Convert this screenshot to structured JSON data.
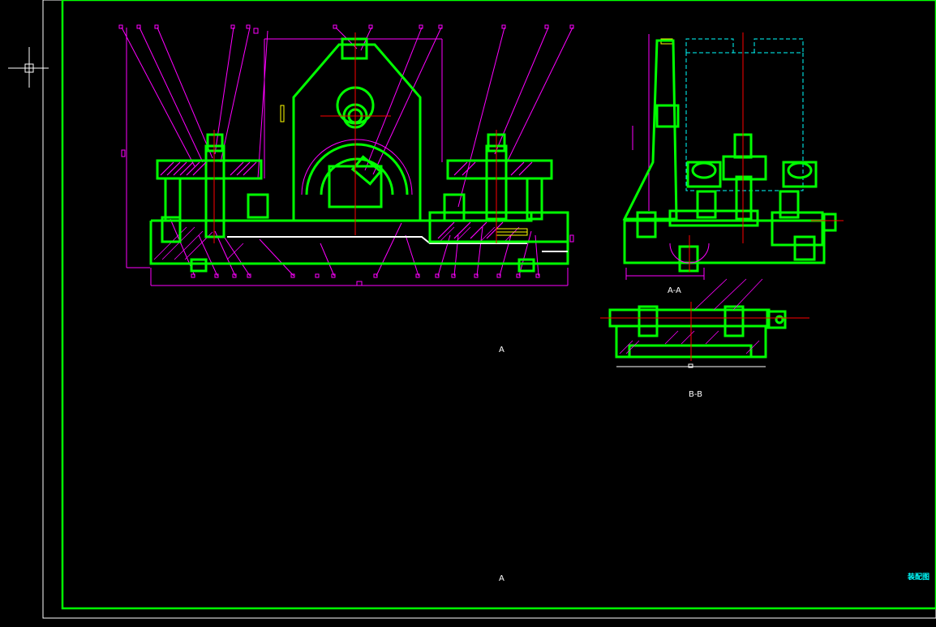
{
  "drawing": {
    "section_labels": {
      "aa": "A-A",
      "bb": "B-B",
      "cut_a_top": "A",
      "cut_a_bottom": "A"
    },
    "title_block": {
      "drawing_name": "装配图"
    },
    "colors": {
      "background": "#000000",
      "outline": "#00ff00",
      "leader": "#ff00ff",
      "hidden": "#00ffff",
      "center": "#ff0000",
      "dimension": "#ffff00",
      "white": "#ffffff"
    },
    "icons": [
      "crosshair-cursor-icon",
      "ucs-axis-icon"
    ]
  }
}
